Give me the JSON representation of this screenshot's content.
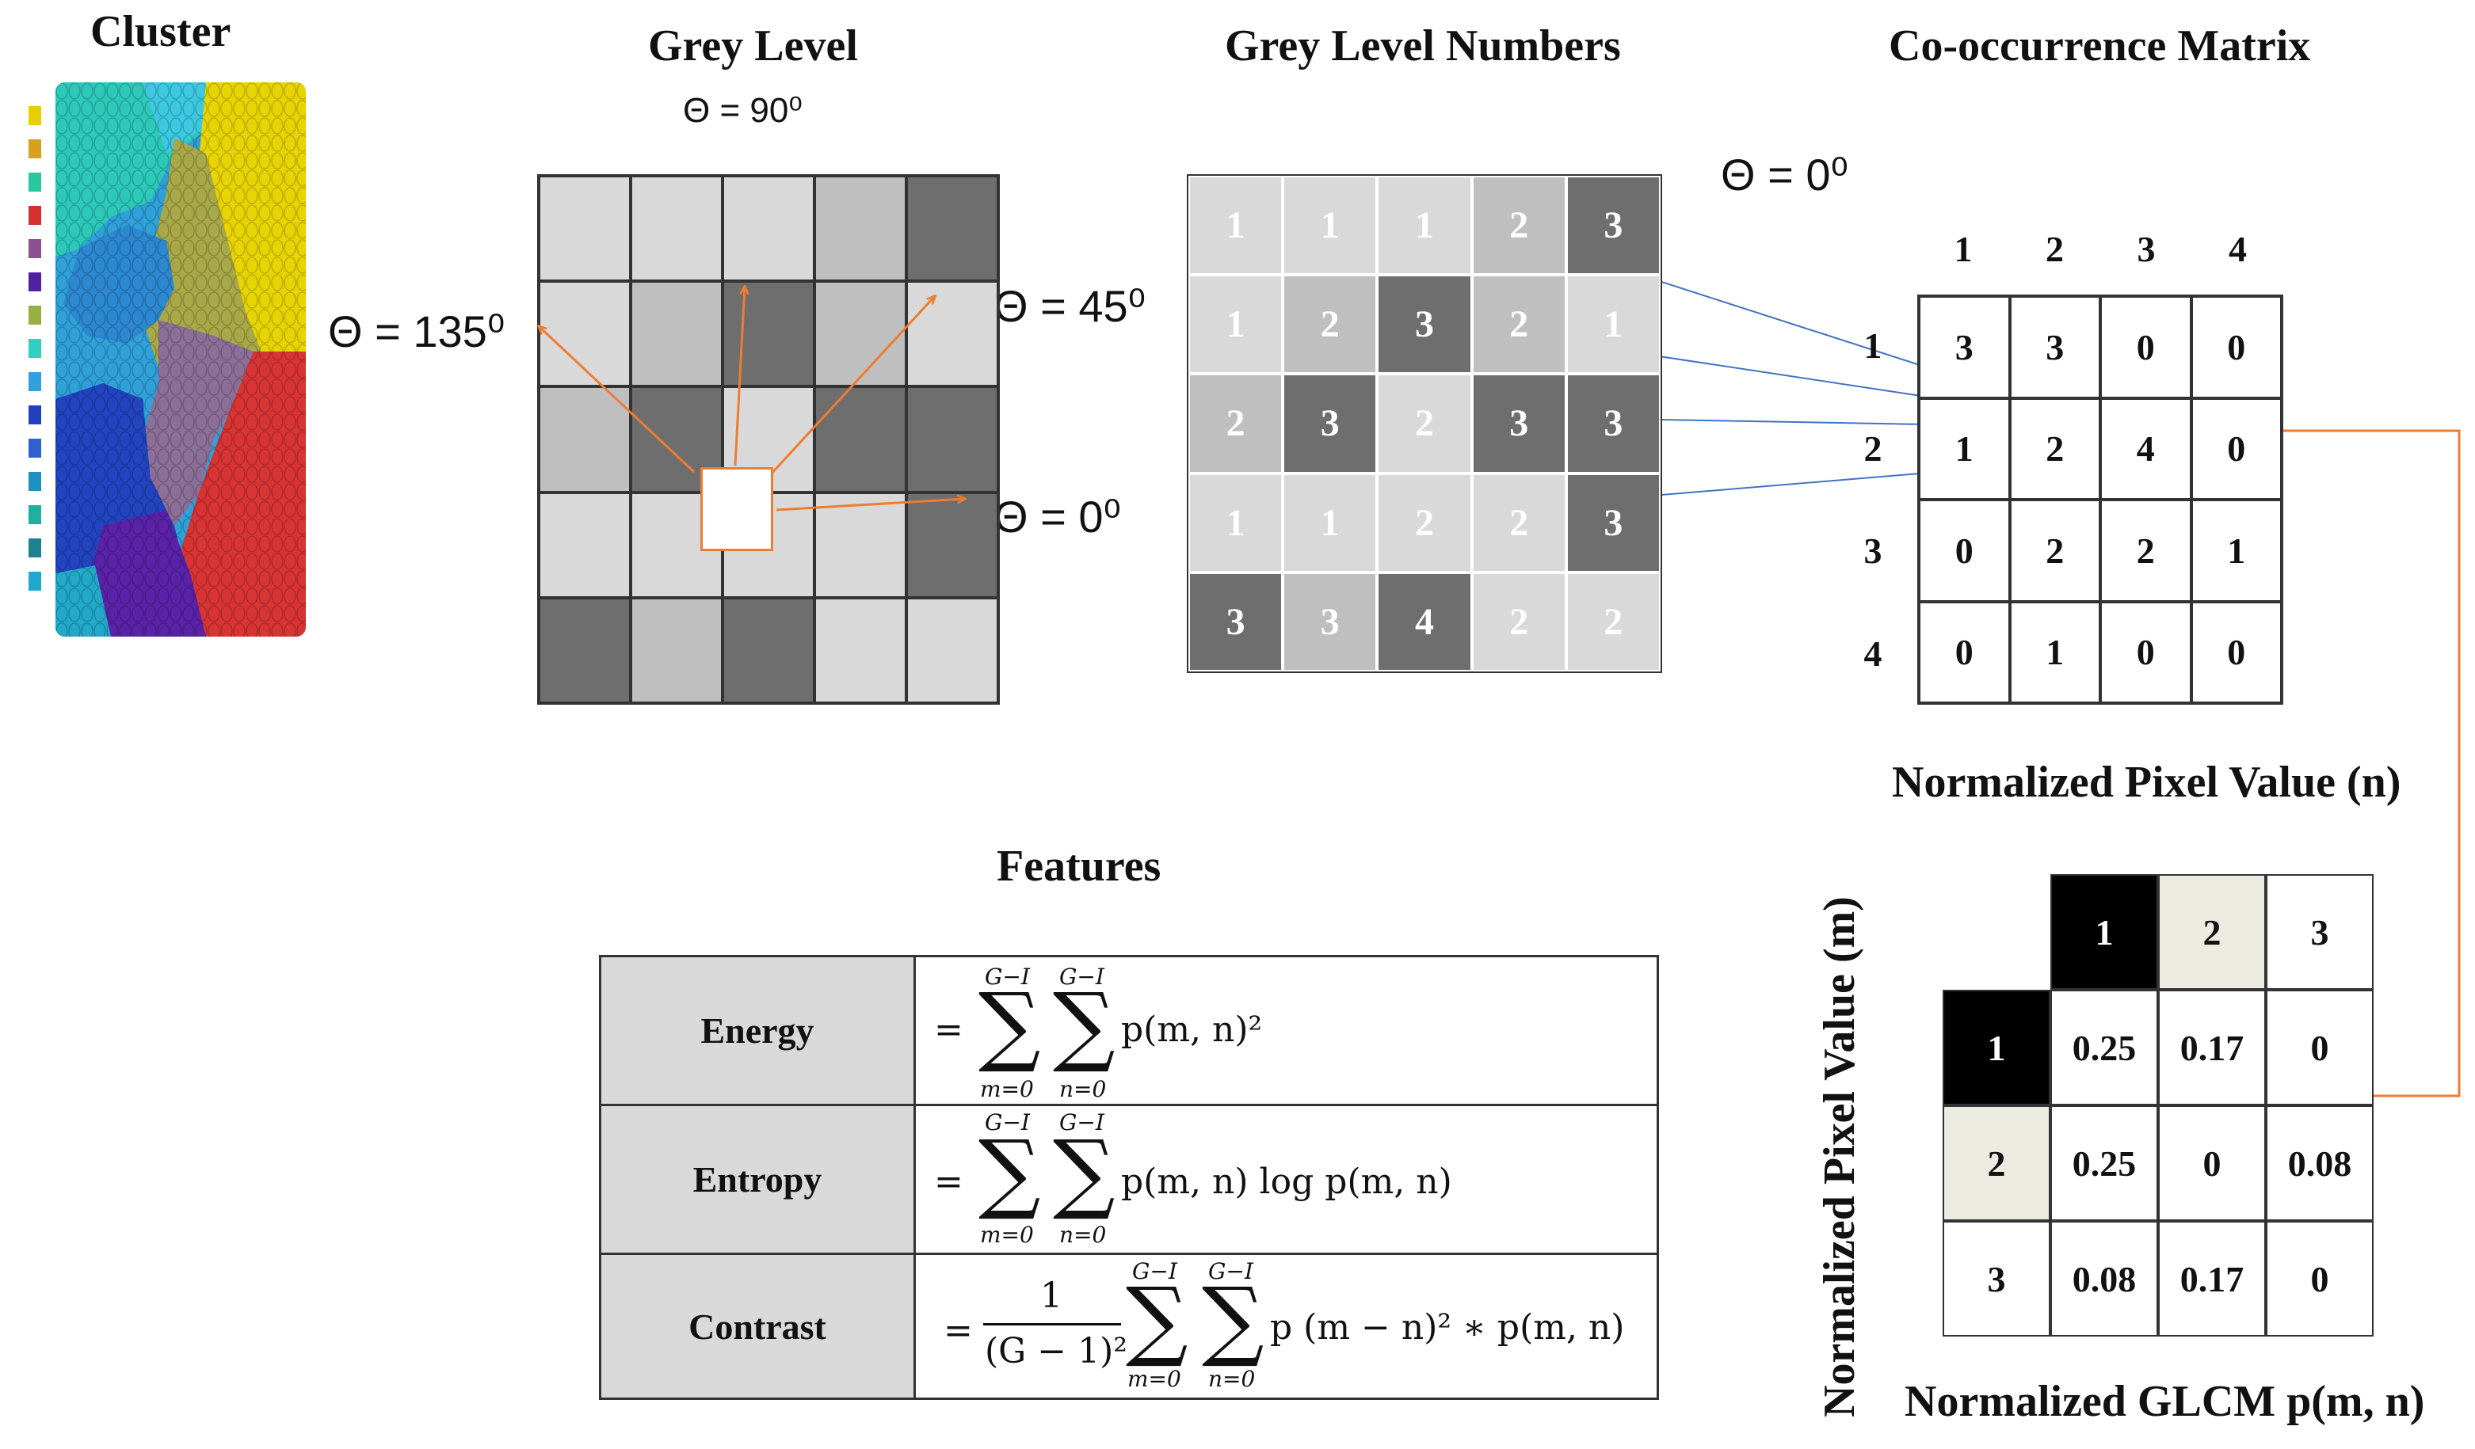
{
  "titles": {
    "cluster": "Cluster",
    "grey_level": "Grey Level",
    "grey_level_numbers": "Grey Level Numbers",
    "cooccurrence": "Co-occurrence Matrix",
    "features": "Features",
    "normalized_n": "Normalized Pixel Value (n)",
    "normalized_m": "Normalized Pixel Value (m)",
    "normalized_glcm": "Normalized  GLCM p(m, n)"
  },
  "angles": {
    "theta_90": "Θ = 90⁰",
    "theta_135": "Θ = 135⁰",
    "theta_45": "Θ = 45⁰",
    "theta_0_grid": "Θ = 0⁰",
    "theta_0_matrix": "Θ = 0⁰"
  },
  "colors": {
    "light_grey": "#d9d9d9",
    "mid_grey": "#bfbfbf",
    "dark_grey": "#6e6e6e",
    "arrow_orange": "#ed7d31",
    "arrow_blue": "#4472c4",
    "header_black": "#000000",
    "header_beige": "#ecebe2"
  },
  "grey_level_grid": {
    "shades": [
      [
        "light",
        "light",
        "light",
        "mid",
        "dark"
      ],
      [
        "light",
        "mid",
        "dark",
        "mid",
        "light"
      ],
      [
        "mid",
        "dark",
        "light",
        "dark",
        "dark"
      ],
      [
        "light",
        "light",
        "light",
        "light",
        "dark"
      ],
      [
        "dark",
        "mid",
        "dark",
        "light",
        "light"
      ]
    ]
  },
  "grey_level_numbers": {
    "values": [
      [
        "1",
        "1",
        "1",
        "2",
        "3"
      ],
      [
        "1",
        "2",
        "3",
        "2",
        "1"
      ],
      [
        "2",
        "3",
        "2",
        "3",
        "3"
      ],
      [
        "1",
        "1",
        "2",
        "2",
        "3"
      ],
      [
        "3",
        "3",
        "4",
        "2",
        "2"
      ]
    ],
    "shades": [
      [
        "light",
        "light",
        "light",
        "mid",
        "dark"
      ],
      [
        "light",
        "mid",
        "dark",
        "mid",
        "light"
      ],
      [
        "mid",
        "dark",
        "light",
        "dark",
        "dark"
      ],
      [
        "light",
        "light",
        "light",
        "light",
        "dark"
      ],
      [
        "dark",
        "mid",
        "dark",
        "light",
        "light"
      ]
    ]
  },
  "cooccurrence_matrix": {
    "col_labels": [
      "1",
      "2",
      "3",
      "4"
    ],
    "row_labels": [
      "1",
      "2",
      "3",
      "4"
    ],
    "values": [
      [
        "3",
        "3",
        "0",
        "0"
      ],
      [
        "1",
        "2",
        "4",
        "0"
      ],
      [
        "0",
        "2",
        "2",
        "1"
      ],
      [
        "0",
        "1",
        "0",
        "0"
      ]
    ]
  },
  "normalized_glcm": {
    "col_labels": [
      "1",
      "2",
      "3"
    ],
    "row_labels": [
      "1",
      "2",
      "3"
    ],
    "values": [
      [
        "0.25",
        "0.17",
        "0"
      ],
      [
        "0.25",
        "0",
        "0.08"
      ],
      [
        "0.08",
        "0.17",
        "0"
      ]
    ]
  },
  "features": [
    {
      "name": "Energy",
      "expr": "p(m, n)²",
      "upper": "G−I",
      "lower_m": "m=0",
      "lower_n": "n=0"
    },
    {
      "name": "Entropy",
      "expr": "p(m, n) log  p(m, n)",
      "upper": "G−I",
      "lower_m": "m=0",
      "lower_n": "n=0"
    },
    {
      "name": "Contrast",
      "expr": "p (m − n)²  ∗  p(m, n)",
      "upper": "G−I",
      "lower_m": "m=0",
      "lower_n": "n=0",
      "frac_num": "1",
      "frac_den": "(G − 1)²"
    }
  ],
  "cluster_palette": [
    "#e8d000",
    "#d6a020",
    "#28c8a0",
    "#d83030",
    "#8a5090",
    "#5020a0",
    "#98b040",
    "#30d0c0",
    "#30a0e0",
    "#2040c0",
    "#3060d0",
    "#2090c0",
    "#20b0a0",
    "#208090",
    "#20a8d0"
  ]
}
